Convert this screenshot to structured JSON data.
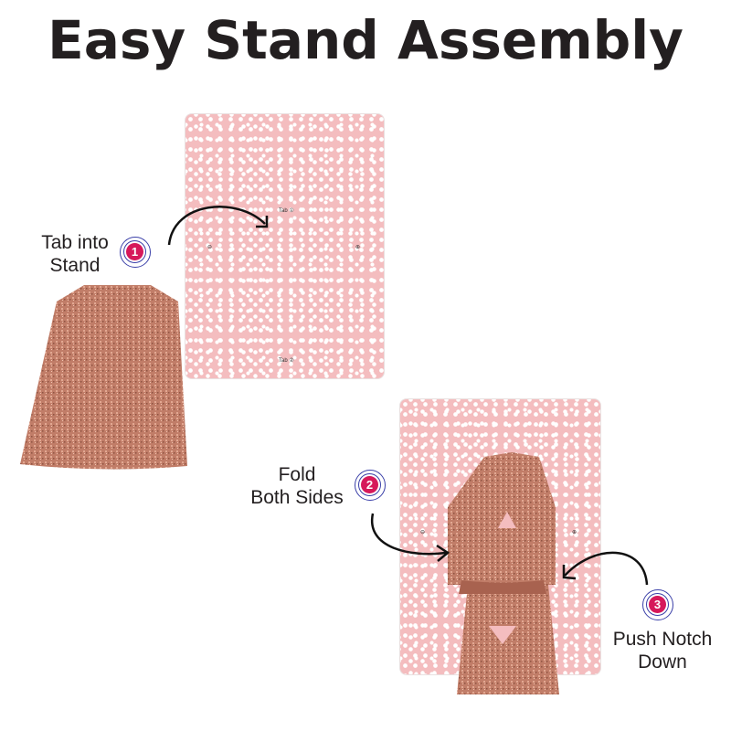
{
  "title": "Easy Stand Assembly",
  "steps": [
    {
      "number": "1",
      "label_line1": "Tab into",
      "label_line2": "Stand"
    },
    {
      "number": "2",
      "label_line1": "Fold",
      "label_line2": "Both Sides"
    },
    {
      "number": "3",
      "label_line1": "Push Notch",
      "label_line2": "Down"
    }
  ],
  "card_marks": {
    "tab1": "Tab ①",
    "tab2": "Tab ②",
    "side_left": "⊖",
    "side_right": "⊕"
  },
  "colors": {
    "card_pink": "#f4bdbf",
    "glitter": "#c17d68",
    "badge": "#d6185a",
    "badge_ring": "#3a3fa8"
  }
}
